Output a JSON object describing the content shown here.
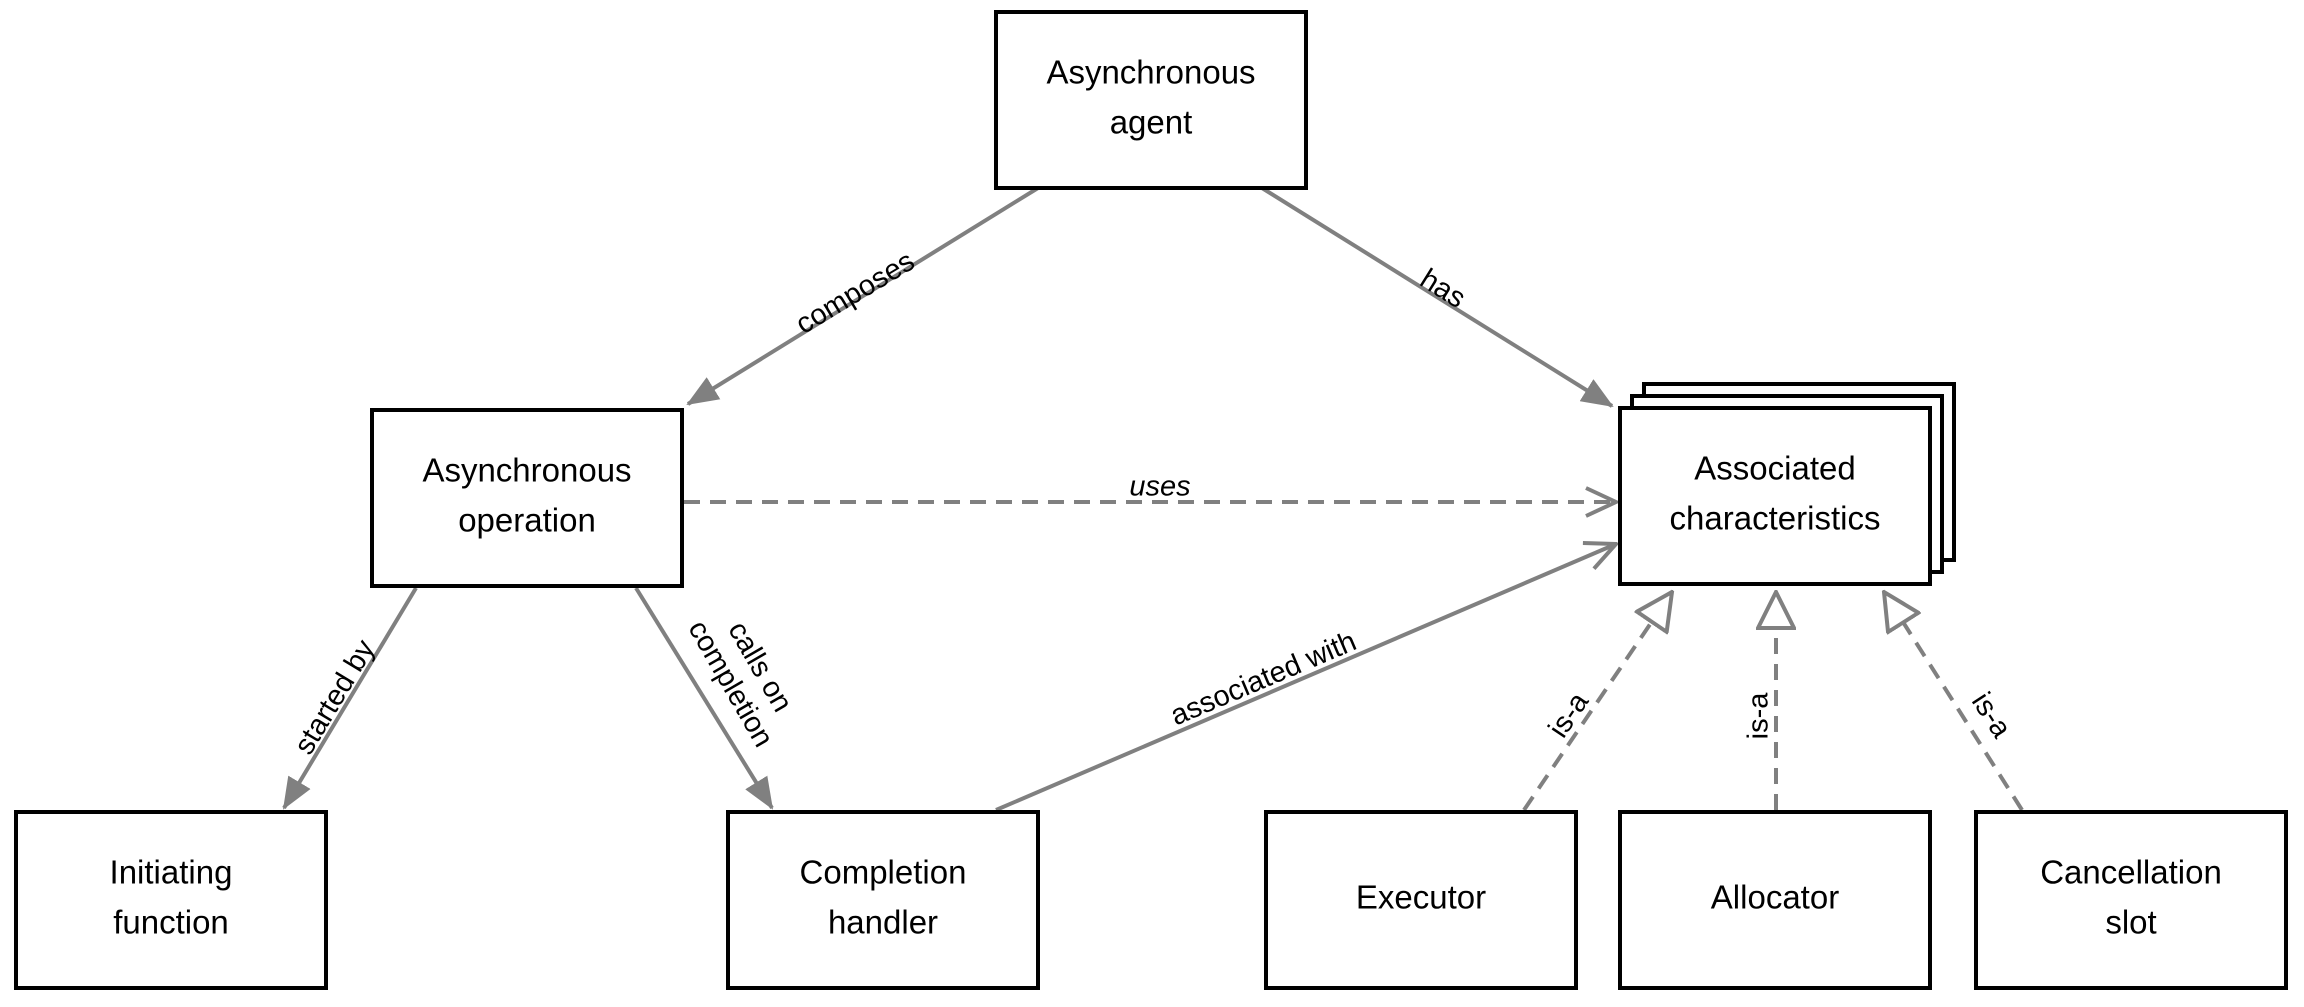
{
  "colors": {
    "box_stroke": "#000000",
    "edge": "#808080",
    "text": "#000000",
    "background": "#ffffff"
  },
  "nodes": {
    "agent": {
      "lines": [
        "Asynchronous",
        "agent"
      ]
    },
    "operation": {
      "lines": [
        "Asynchronous",
        "operation"
      ]
    },
    "characteristics": {
      "lines": [
        "Associated",
        "characteristics"
      ]
    },
    "initiating": {
      "lines": [
        "Initiating",
        "function"
      ]
    },
    "handler": {
      "lines": [
        "Completion",
        "handler"
      ]
    },
    "executor": {
      "lines": [
        "Executor"
      ]
    },
    "allocator": {
      "lines": [
        "Allocator"
      ]
    },
    "cancellation": {
      "lines": [
        "Cancellation",
        "slot"
      ]
    }
  },
  "edges": {
    "composes": {
      "label": [
        "composes"
      ],
      "style": "solid",
      "head": "filled"
    },
    "has": {
      "label": [
        "has"
      ],
      "style": "solid",
      "head": "filled"
    },
    "uses": {
      "label": [
        "uses"
      ],
      "style": "dashed",
      "head": "open",
      "italic": true
    },
    "started_by": {
      "label": [
        "started by"
      ],
      "style": "solid",
      "head": "filled"
    },
    "calls_on_completion": {
      "label": [
        "calls on",
        "completion"
      ],
      "style": "solid",
      "head": "filled"
    },
    "associated_with": {
      "label": [
        "associated with"
      ],
      "style": "solid",
      "head": "open"
    },
    "is_a_executor": {
      "label": [
        "is-a"
      ],
      "style": "dashed",
      "head": "hollow-triangle"
    },
    "is_a_allocator": {
      "label": [
        "is-a"
      ],
      "style": "dashed",
      "head": "hollow-triangle"
    },
    "is_a_cancellation": {
      "label": [
        "is-a"
      ],
      "style": "dashed",
      "head": "hollow-triangle"
    }
  }
}
